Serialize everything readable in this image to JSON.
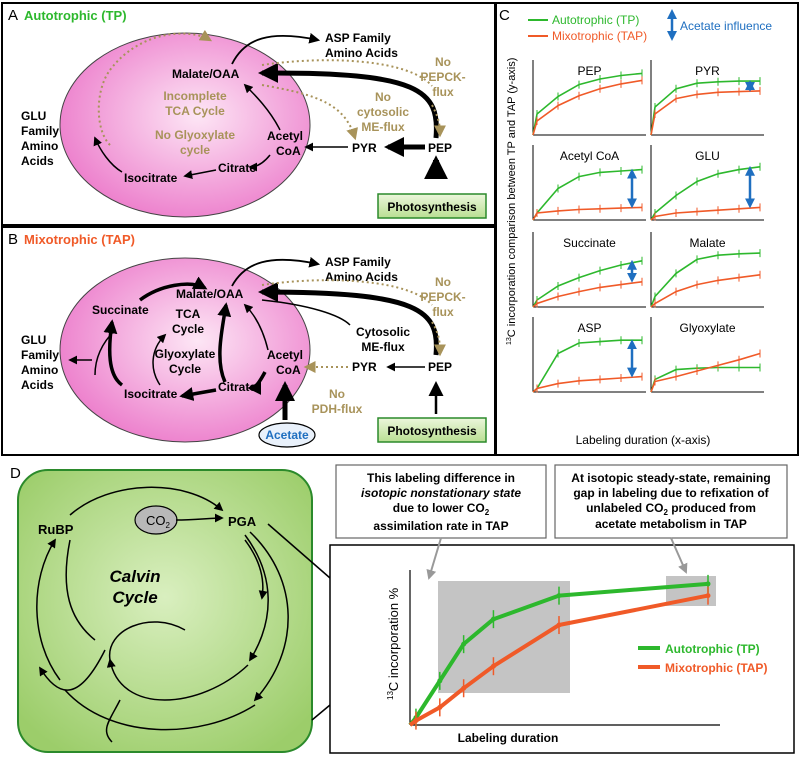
{
  "colors": {
    "green": "#2db82d",
    "orange": "#f05a28",
    "tan": "#a8935a",
    "blue": "#1f6fc0",
    "pink": "#ee82c8",
    "boxgreen": "#c6e6a6",
    "gray": "#c4c4c4"
  },
  "panelA": {
    "letter": "A",
    "title": "Autotrophic (TP)",
    "asp": [
      "ASP Family",
      "Amino Acids"
    ],
    "malate": "Malate/OAA",
    "note1": [
      "Incomplete",
      "TCA Cycle"
    ],
    "note2": [
      "No Glyoxylate",
      "cycle"
    ],
    "glu": [
      "GLU",
      "Family",
      "Amino",
      "Acids"
    ],
    "acetyl": [
      "Acetyl",
      "CoA"
    ],
    "citrate": "Citrate",
    "isocitrate": "Isocitrate",
    "pyr": "PYR",
    "pep": "PEP",
    "pepck": [
      "No",
      "PEPCK-",
      "flux"
    ],
    "me": [
      "No",
      "cytosolic",
      "ME-flux"
    ],
    "photo": "Photosynthesis"
  },
  "panelB": {
    "letter": "B",
    "title": "Mixotrophic (TAP)",
    "asp": [
      "ASP Family",
      "Amino Acids"
    ],
    "malate": "Malate/OAA",
    "succinate": "Succinate",
    "tca": [
      "TCA",
      "Cycle"
    ],
    "glyox": [
      "Glyoxylate",
      "Cycle"
    ],
    "glu": [
      "GLU",
      "Family",
      "Amino",
      "Acids"
    ],
    "acetyl": [
      "Acetyl",
      "CoA"
    ],
    "citrate": "Citrate",
    "isocitrate": "Isocitrate",
    "pyr": "PYR",
    "pep": "PEP",
    "pepck": [
      "No",
      "PEPCK-",
      "flux"
    ],
    "me": [
      "Cytosolic",
      "ME-flux"
    ],
    "pdh": [
      "No",
      "PDH-flux"
    ],
    "acetate": "Acetate",
    "photo": "Photosynthesis"
  },
  "panelC": {
    "letter": "C",
    "legend": {
      "tp": "Autotrophic (TP)",
      "tap": "Mixotrophic (TAP)",
      "arrow": "Acetate influence"
    },
    "ylabel_sup": "13",
    "ylabel": "C incorporation comparison between TP and TAP (y-axis)",
    "xlabel": "Labeling duration (x-axis)",
    "plots": [
      {
        "name": "PEP",
        "tp": [
          0.3,
          0.55,
          0.72,
          0.8,
          0.85,
          0.88
        ],
        "tap": [
          0.2,
          0.42,
          0.56,
          0.66,
          0.73,
          0.78
        ],
        "arrow": false
      },
      {
        "name": "PYR",
        "tp": [
          0.4,
          0.66,
          0.74,
          0.76,
          0.77,
          0.77
        ],
        "tap": [
          0.3,
          0.52,
          0.58,
          0.61,
          0.62,
          0.63
        ],
        "arrow": true
      },
      {
        "name": "Acetyl CoA",
        "tp": [
          0.1,
          0.45,
          0.62,
          0.68,
          0.7,
          0.72
        ],
        "tap": [
          0.1,
          0.13,
          0.15,
          0.16,
          0.17,
          0.18
        ],
        "arrow": true
      },
      {
        "name": "GLU",
        "tp": [
          0.1,
          0.35,
          0.55,
          0.66,
          0.72,
          0.76
        ],
        "tap": [
          0.05,
          0.1,
          0.12,
          0.14,
          0.16,
          0.18
        ],
        "arrow": true
      },
      {
        "name": "Succinate",
        "tp": [
          0.1,
          0.3,
          0.42,
          0.52,
          0.6,
          0.66
        ],
        "tap": [
          0.05,
          0.15,
          0.22,
          0.28,
          0.32,
          0.36
        ],
        "arrow": true
      },
      {
        "name": "Malate",
        "tp": [
          0.15,
          0.48,
          0.68,
          0.74,
          0.76,
          0.77
        ],
        "tap": [
          0.05,
          0.22,
          0.32,
          0.38,
          0.42,
          0.46
        ],
        "arrow": false
      },
      {
        "name": "ASP",
        "tp": [
          0.05,
          0.55,
          0.7,
          0.72,
          0.74,
          0.74
        ],
        "tap": [
          0.05,
          0.12,
          0.16,
          0.18,
          0.2,
          0.22
        ],
        "arrow": true
      },
      {
        "name": "Glyoxylate",
        "tp": [
          0.18,
          0.32,
          0.34,
          0.35,
          0.35,
          0.35
        ],
        "tap": [
          0.15,
          0.22,
          0.3,
          0.38,
          0.46,
          0.55
        ],
        "arrow": false
      }
    ]
  },
  "panelD": {
    "letter": "D",
    "rubp": "RuBP",
    "co2": "CO",
    "co2_sub": "2",
    "pga": "PGA",
    "calvin": [
      "Calvin",
      "Cycle"
    ],
    "box1": {
      "l1": "This labeling difference in",
      "l2": "isotopic nonstationary state",
      "l3a": "due to lower CO",
      "l3sub": "2",
      "l4": "assimilation rate in TAP"
    },
    "box2": {
      "l1": "At isotopic steady-state, remaining",
      "l2a": "gap in labeling due to refixation of",
      "l3a": "unlabeled CO",
      "l3sub": "2",
      "l3b": " produced from",
      "l4": "acetate metabolism in TAP"
    },
    "ylabel_sup": "13",
    "ylabel": "C incorporation %",
    "xlabel": "Labeling duration",
    "legend_tp": "Autotrophic (TP)",
    "legend_tap": "Mixotrophic (TAP)"
  },
  "chart_data": [
    {
      "type": "line",
      "title": "",
      "xlabel": "Labeling duration",
      "ylabel": "13C incorporation %",
      "x": [
        0.02,
        0.1,
        0.18,
        0.28,
        0.5,
        1.0
      ],
      "series": [
        {
          "name": "Autotrophic (TP)",
          "values": [
            0.05,
            0.3,
            0.55,
            0.72,
            0.88,
            0.96
          ]
        },
        {
          "name": "Mixotrophic (TAP)",
          "values": [
            0.03,
            0.12,
            0.25,
            0.4,
            0.68,
            0.88
          ]
        }
      ]
    }
  ]
}
